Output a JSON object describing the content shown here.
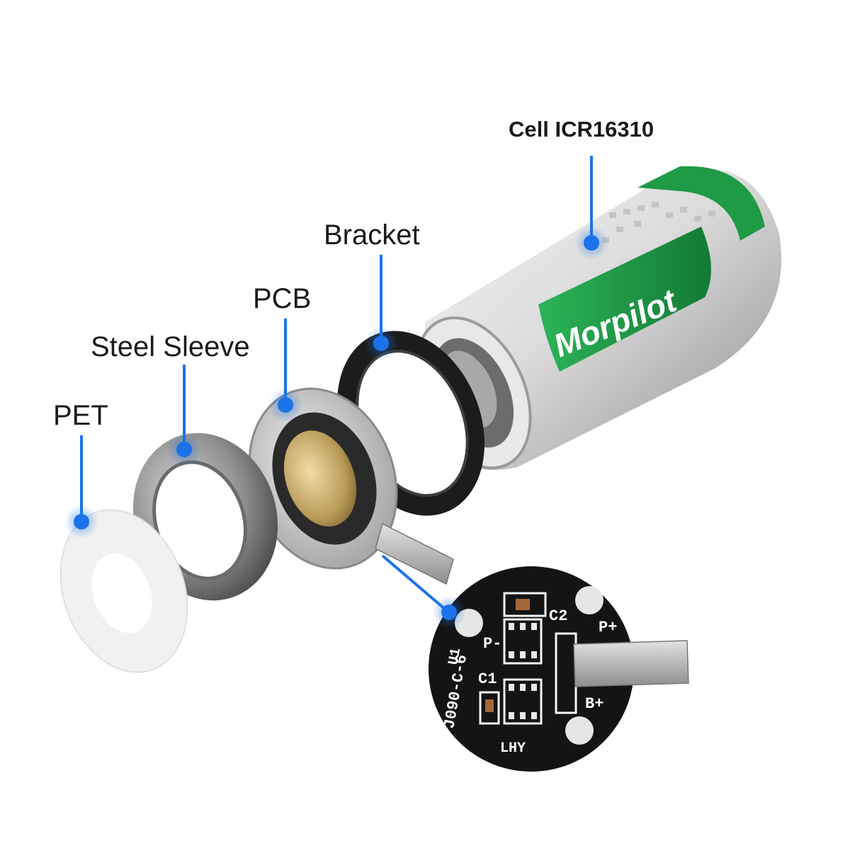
{
  "labels": {
    "cell": "Cell ICR16310",
    "bracket": "Bracket",
    "pcb": "PCB",
    "steel_sleeve": "Steel Sleeve",
    "pet": "PET"
  },
  "brand": {
    "logo_text": "Morpilot"
  },
  "pcb_silkscreen": {
    "c1": "C1",
    "c2": "C2",
    "u1": "U1",
    "p_minus": "P-",
    "p_plus": "P+",
    "b_plus": "B+",
    "part_code": "J090-C-6",
    "maker": "LHY"
  },
  "colors": {
    "accent": "#1a73e8",
    "brand_green": "#1e9a46",
    "label_text": "#1a1a1a"
  }
}
